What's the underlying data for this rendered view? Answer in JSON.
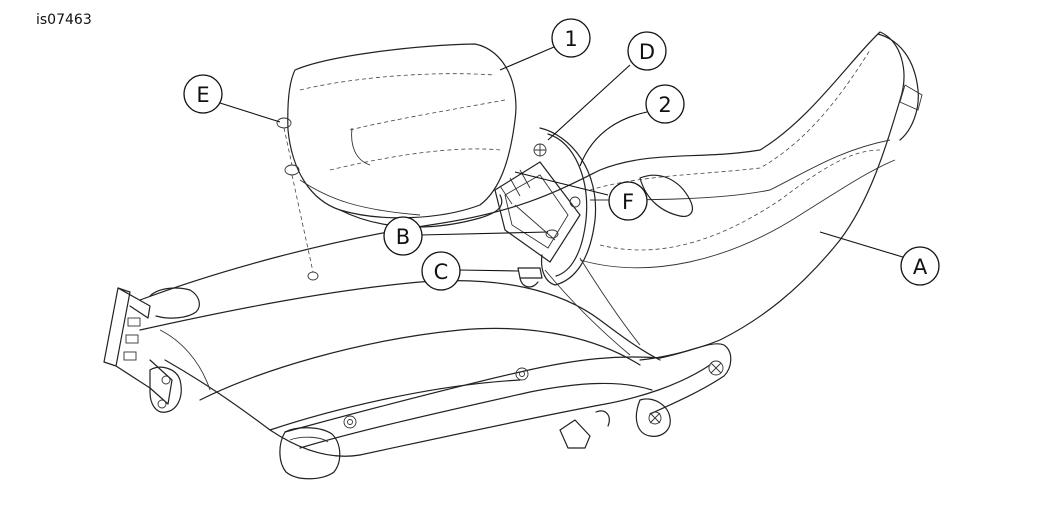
{
  "figure_id": "is07463",
  "callouts": {
    "c1": "1",
    "c2": "2",
    "cA": "A",
    "cB": "B",
    "cC": "C",
    "cD": "D",
    "cE": "E",
    "cF": "F"
  }
}
